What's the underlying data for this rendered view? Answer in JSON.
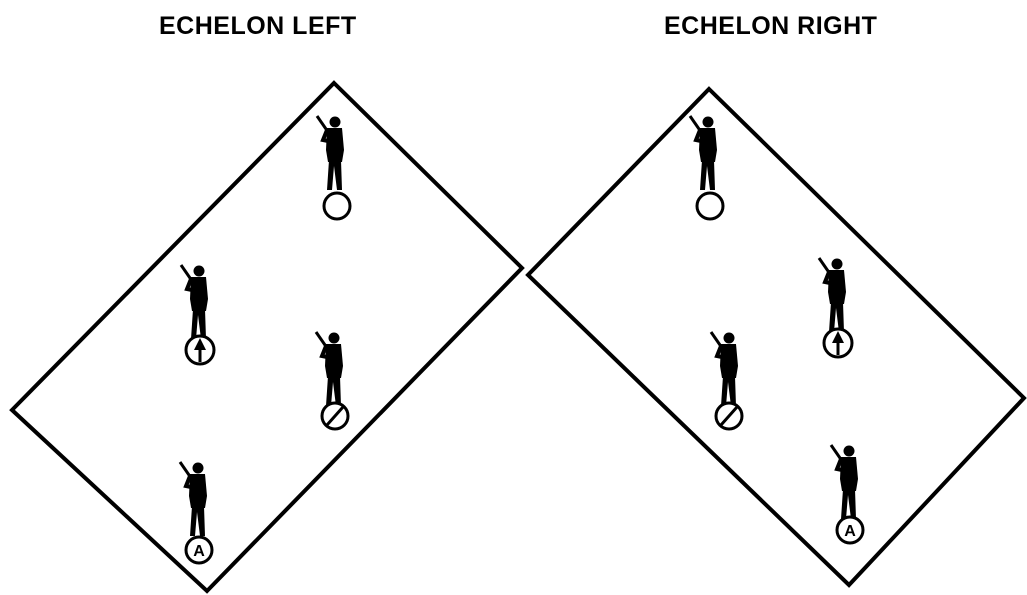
{
  "titles": {
    "left": "ECHELON LEFT",
    "right": "ECHELON RIGHT"
  },
  "markers": {
    "leader": "empty-circle",
    "rifleman": "slashed-circle",
    "grenadier": "circle-with-letter",
    "grenadier_letter": "A",
    "automatic_rifleman": "circle-with-arrow"
  },
  "colors": {
    "ink": "#000000",
    "paper": "#ffffff"
  }
}
